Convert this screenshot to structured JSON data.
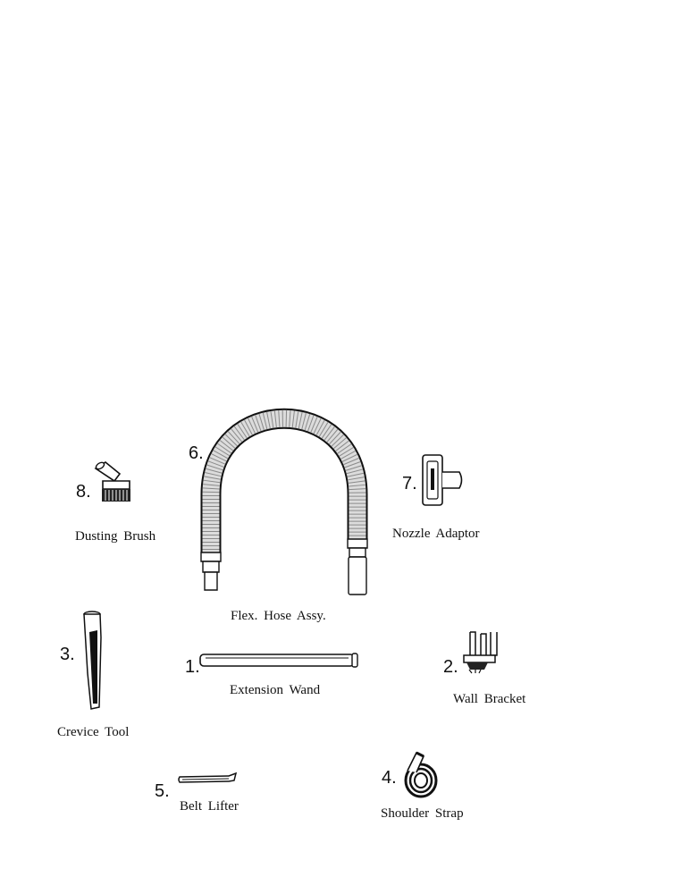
{
  "parts": {
    "dusting_brush": {
      "number": "8.",
      "label": "Dusting Brush",
      "icon": "dusting-brush-icon"
    },
    "flex_hose": {
      "number": "6.",
      "label": "Flex. Hose Assy.",
      "icon": "flex-hose-icon"
    },
    "nozzle_adaptor": {
      "number": "7.",
      "label": "Nozzle Adaptor",
      "icon": "nozzle-adaptor-icon"
    },
    "crevice_tool": {
      "number": "3.",
      "label": "Crevice Tool",
      "icon": "crevice-tool-icon"
    },
    "extension_wand": {
      "number": "1.",
      "label": "Extension Wand",
      "icon": "extension-wand-icon"
    },
    "wall_bracket": {
      "number": "2.",
      "label": "Wall Bracket",
      "icon": "wall-bracket-icon"
    },
    "belt_lifter": {
      "number": "5.",
      "label": "Belt Lifter",
      "icon": "belt-lifter-icon"
    },
    "shoulder_strap": {
      "number": "4.",
      "label": "Shoulder Strap",
      "icon": "shoulder-strap-icon"
    }
  }
}
